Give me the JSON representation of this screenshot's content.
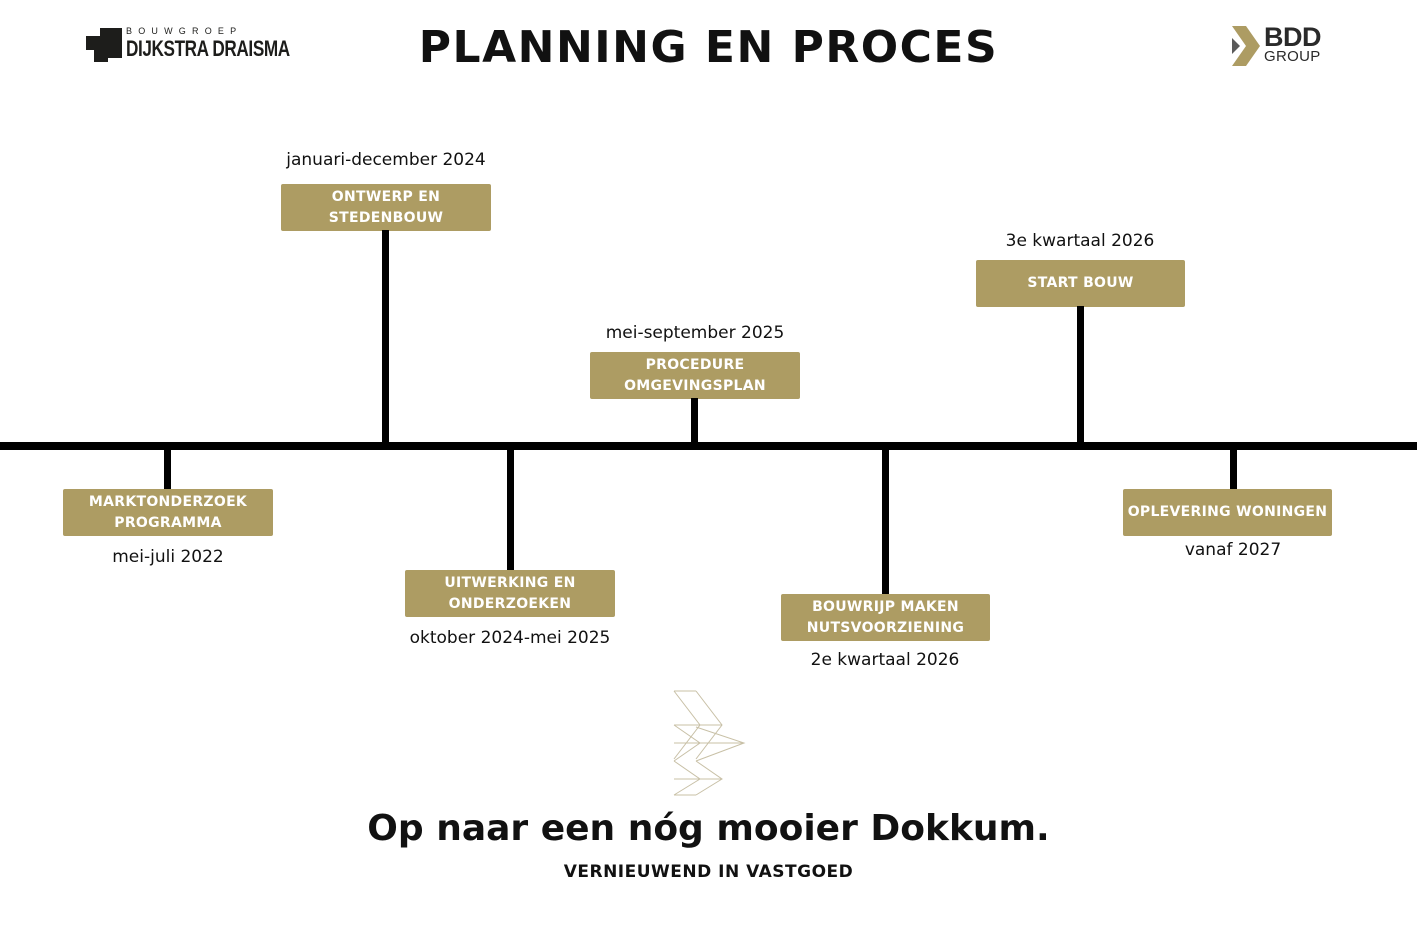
{
  "header": {
    "title": "PLANNING EN PROCES",
    "logo_left_small": "BOUWGROEP",
    "logo_left_big": "DIJKSTRA DRAISMA",
    "logo_right_top": "BDD",
    "logo_right_bottom": "GROUP"
  },
  "timeline": [
    {
      "label": "MARKTONDERZOEK\nPROGRAMMA",
      "date": "mei-juli 2022"
    },
    {
      "label": "ONTWERP EN\nSTEDENBOUW",
      "date": "januari-december 2024"
    },
    {
      "label": "UITWERKING EN\nONDERZOEKEN",
      "date": "oktober 2024-mei 2025"
    },
    {
      "label": "PROCEDURE\nOMGEVINGSPLAN",
      "date": "mei-september 2025"
    },
    {
      "label": "BOUWRIJP MAKEN\nNUTSVOORZIENING",
      "date": "2e kwartaal 2026"
    },
    {
      "label": "START BOUW",
      "date": "3e kwartaal 2026"
    },
    {
      "label": "OPLEVERING WONINGEN",
      "date": "vanaf 2027"
    }
  ],
  "footer": {
    "slogan": "Op naar een nóg mooier Dokkum.",
    "tagline": "VERNIEUWEND IN VASTGOED"
  },
  "colors": {
    "box": "#ad9c63",
    "line": "#000000",
    "text": "#111111"
  }
}
